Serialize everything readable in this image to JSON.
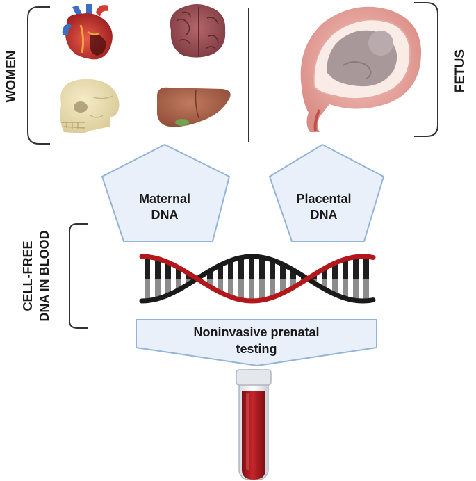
{
  "labels": {
    "women": "WOMEN",
    "fetus": "FETUS",
    "cfdna_line1": "CELL-FREE",
    "cfdna_line2": "DNA IN BLOOD",
    "maternal_line1": "Maternal",
    "maternal_line2": "DNA",
    "placental_line1": "Placental",
    "placental_line2": "DNA",
    "nipt_line1": "Noninvasive prenatal",
    "nipt_line2": "testing"
  },
  "icons": [
    "heart-icon",
    "brain-icon",
    "skull-icon",
    "liver-icon",
    "pregnant-uterus-icon",
    "dna-double-helix-icon",
    "blood-tube-icon"
  ],
  "colors": {
    "arrow_fill": "#e9f0fa",
    "arrow_stroke": "#93b3d8",
    "dna_red": "#b3161b",
    "dna_black": "#1a1a1a",
    "blood": "#a8191d",
    "bracket": "#333333"
  }
}
